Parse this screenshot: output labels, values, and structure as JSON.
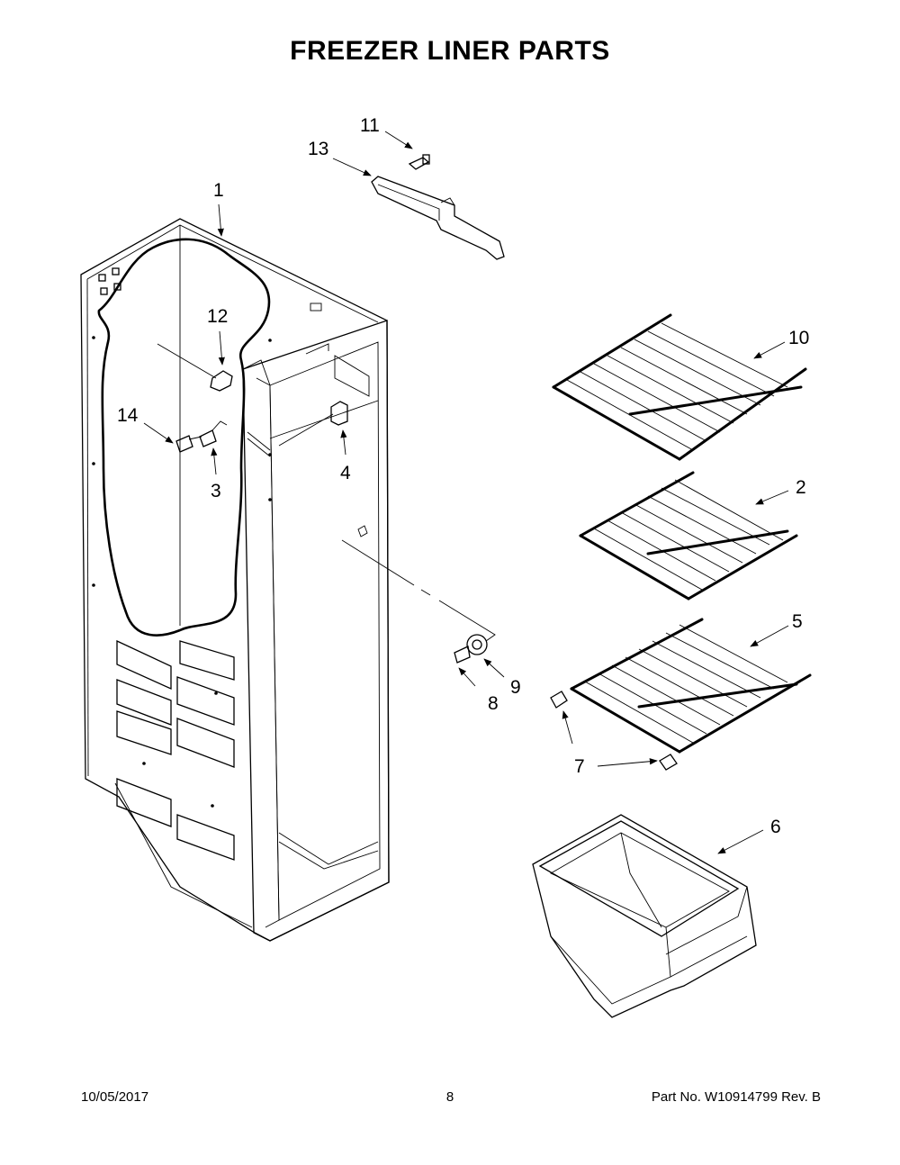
{
  "title": "FREEZER LINER PARTS",
  "footer": {
    "date": "10/05/2017",
    "page": "8",
    "part_no": "Part No.  W10914799  Rev.  B"
  },
  "callouts": {
    "c1": "1",
    "c2": "2",
    "c3": "3",
    "c4": "4",
    "c5": "5",
    "c6": "6",
    "c7a": "7",
    "c8": "8",
    "c9": "9",
    "c10": "10",
    "c11": "11",
    "c12": "12",
    "c13": "13",
    "c14": "14"
  }
}
